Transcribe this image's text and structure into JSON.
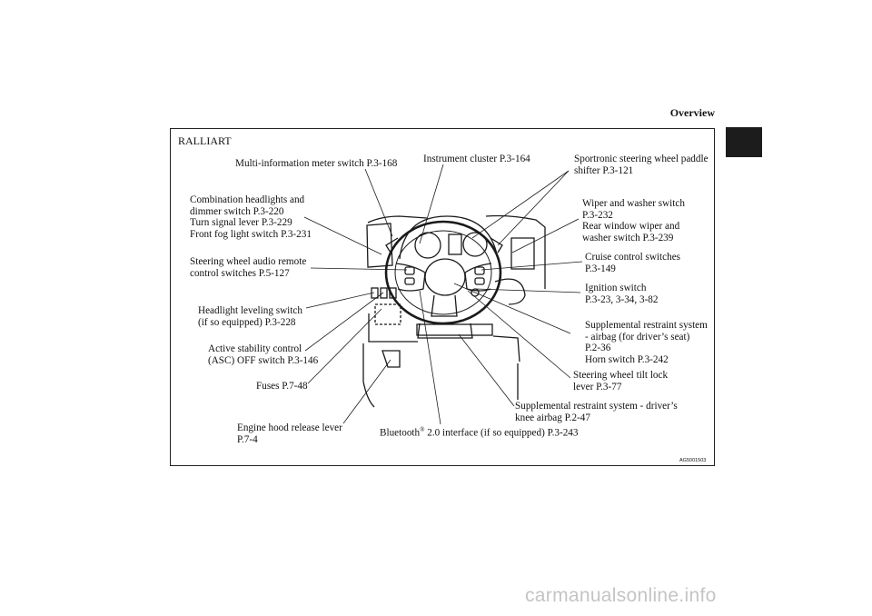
{
  "header": {
    "section": "Overview"
  },
  "diagram": {
    "title": "RALLIART",
    "figure_code": "AG5001503",
    "labels": {
      "multi_info": "Multi-information meter switch P.3-168",
      "instrument_cluster": "Instrument cluster P.3-164",
      "paddle_shifter": "Sportronic steering wheel paddle\nshifter P.3-121",
      "combination_headlights": "Combination headlights and\ndimmer switch P.3-220\nTurn signal lever P.3-229\nFront fog light switch P.3-231",
      "wiper_washer": "Wiper and washer switch\nP.3-232\nRear window wiper and\nwasher switch P.3-239",
      "audio_remote": "Steering wheel audio remote\ncontrol switches P.5-127",
      "cruise_control": "Cruise control switches\nP.3-149",
      "ignition": "Ignition switch\nP.3-23, 3-34, 3-82",
      "headlight_leveling": "Headlight leveling switch\n(if so equipped) P.3-228",
      "srs_airbag": "Supplemental restraint system\n- airbag (for driver’s seat)\nP.2-36\nHorn switch P.3-242",
      "asc_off": "Active stability control\n(ASC) OFF switch P.3-146",
      "tilt_lock": "Steering wheel tilt lock\nlever P.3-77",
      "fuses": "Fuses P.7-48",
      "knee_airbag": "Supplemental restraint system - driver’s\nknee airbag P.2-47",
      "hood_release": "Engine hood release lever\nP.7-4",
      "bluetooth_name": "Bluetooth",
      "bluetooth_mark": "®",
      "bluetooth_rest": " 2.0 interface (if so equipped) P.3-243"
    }
  },
  "watermark": "carmanualsonline.info"
}
